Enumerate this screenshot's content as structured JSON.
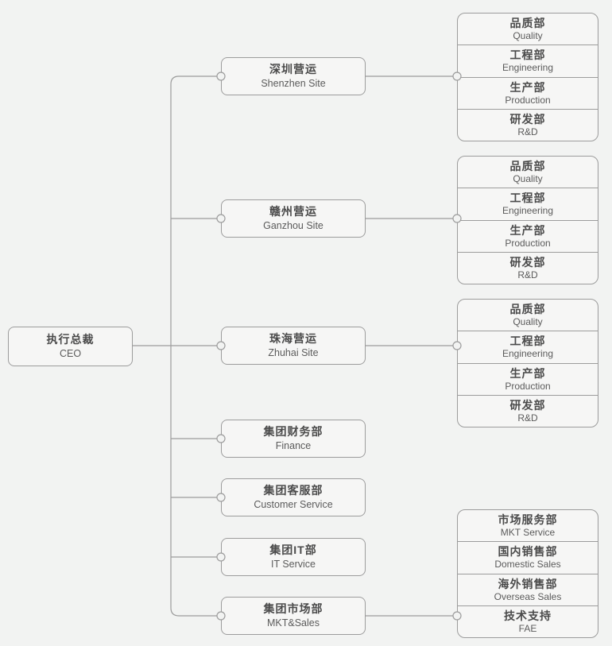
{
  "colors": {
    "background": "#f2f3f2",
    "node_fill": "#f6f6f5",
    "node_border": "#9c9c9c",
    "connector_line": "#9c9c9c",
    "title_text": "#4a4a4a",
    "subtitle_text": "#5b5b5b"
  },
  "root": {
    "title": "执行总裁",
    "subtitle": "CEO"
  },
  "branches": [
    {
      "title": "深圳营运",
      "subtitle": "Shenzhen Site"
    },
    {
      "title": "赣州营运",
      "subtitle": "Ganzhou Site"
    },
    {
      "title": "珠海营运",
      "subtitle": "Zhuhai Site"
    },
    {
      "title": "集团财务部",
      "subtitle": "Finance"
    },
    {
      "title": "集团客服部",
      "subtitle": "Customer Service"
    },
    {
      "title": "集团IT部",
      "subtitle": "IT Service"
    },
    {
      "title": "集团市场部",
      "subtitle": "MKT&Sales"
    }
  ],
  "site_departments": [
    {
      "title": "品质部",
      "subtitle": "Quality"
    },
    {
      "title": "工程部",
      "subtitle": "Engineering"
    },
    {
      "title": "生产部",
      "subtitle": "Production"
    },
    {
      "title": "研发部",
      "subtitle": "R&D"
    }
  ],
  "mkt_departments": [
    {
      "title": "市场服务部",
      "subtitle": "MKT Service"
    },
    {
      "title": "国内销售部",
      "subtitle": "Domestic Sales"
    },
    {
      "title": "海外销售部",
      "subtitle": "Overseas Sales"
    },
    {
      "title": "技术支持",
      "subtitle": "FAE"
    }
  ]
}
